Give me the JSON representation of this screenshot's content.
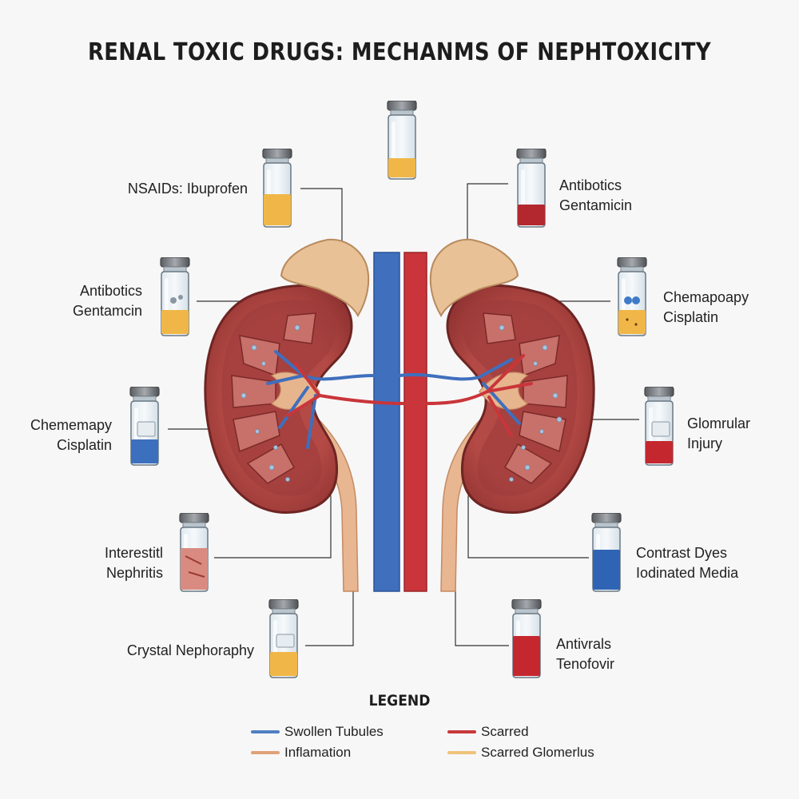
{
  "title": "RENAL TOXIC DRUGS: MECHANMS OF NEPHTOXICITY",
  "labels": {
    "nsaids": [
      "NSAIDs: Ibuprofen"
    ],
    "antibiotics_left": [
      "Antibotics",
      "Gentamcin"
    ],
    "chemo_left": [
      "Chememapy",
      "Cisplatin"
    ],
    "interstitial": [
      "Interestitl",
      "Nephritis"
    ],
    "crystal": [
      "Crystal Nephoraphy"
    ],
    "antibiotics_right": [
      "Antibotics",
      "Gentamicin"
    ],
    "chemo_right": [
      "Chemapoapy",
      "Cisplatin"
    ],
    "glomerular": [
      "Glomrular",
      "Injury"
    ],
    "contrast": [
      "Contrast Dyes",
      "Iodinated Media"
    ],
    "antivirals": [
      "Antivrals",
      "Tenofovir"
    ]
  },
  "legend": {
    "title": "LEGEND",
    "items": [
      {
        "label": "Swollen Tubules",
        "color": "#4f7fc0"
      },
      {
        "label": "Scarred",
        "color": "#c7393b"
      },
      {
        "label": "Inflamation",
        "color": "#e0a178"
      },
      {
        "label": "Scarred Glomerlus",
        "color": "#eec27a"
      }
    ]
  },
  "colors": {
    "vein": "#3f6fbd",
    "artery": "#c9353a",
    "kidney": "#a33b39",
    "adrenal": "#e8c196",
    "ureter": "#e8b690"
  }
}
